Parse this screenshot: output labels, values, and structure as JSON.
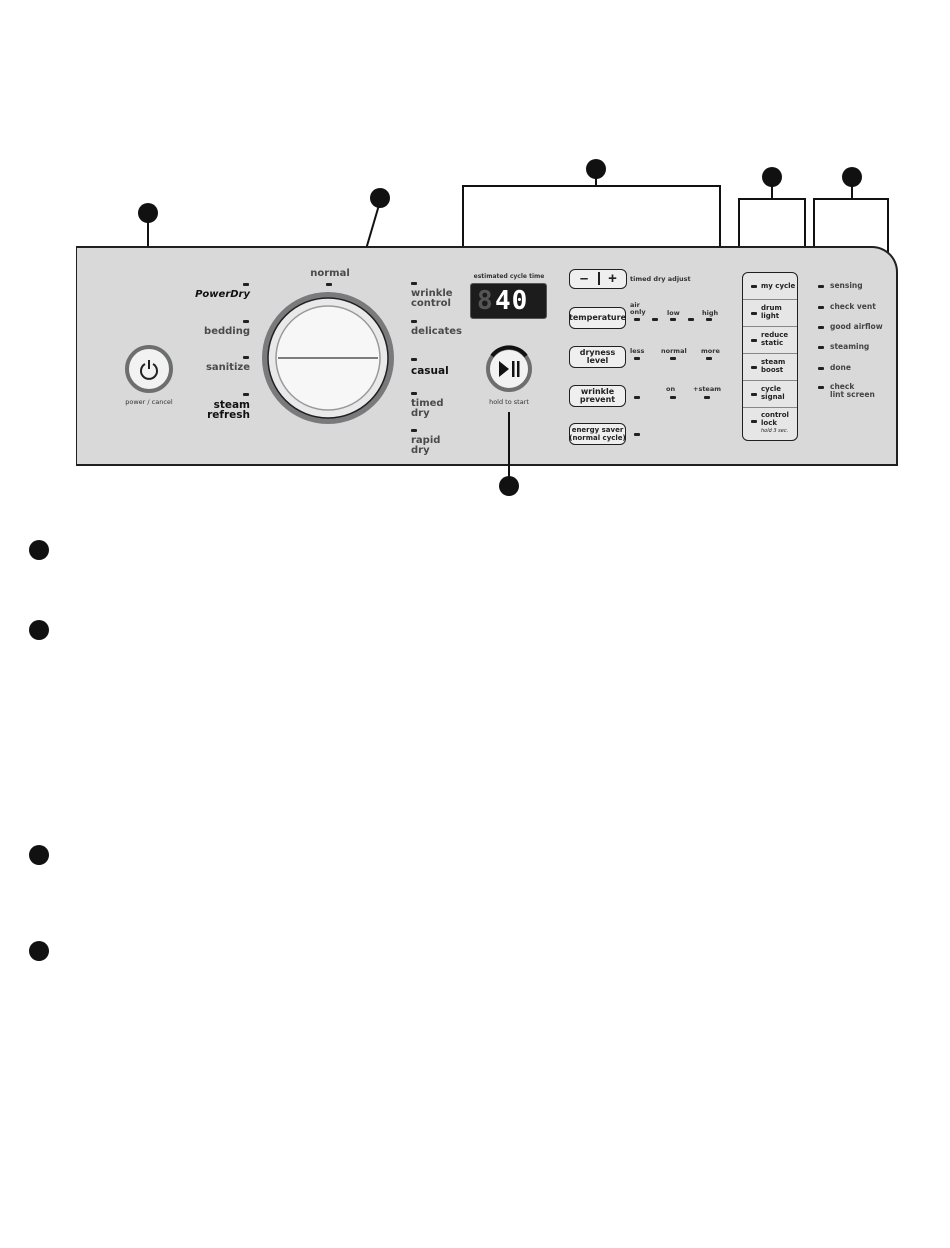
{
  "power": {
    "label": "power / cancel",
    "icon": "power-icon"
  },
  "dial": {
    "left_labels": [
      "PowerDry",
      "bedding",
      "sanitize",
      "steam\nrefresh"
    ],
    "top_label": "normal",
    "right_labels": [
      "wrinkle\ncontrol",
      "delicates",
      "casual",
      "timed\ndry",
      "rapid\ndry"
    ]
  },
  "display": {
    "title": "estimated cycle time",
    "digits": "40"
  },
  "start": {
    "label": "hold to start",
    "icon": "play-pause-icon"
  },
  "adjust": {
    "minus": "–",
    "plus": "+",
    "label": "timed dry adjust"
  },
  "modifiers": {
    "temperature": {
      "button": "temperature",
      "levels": [
        "air\nonly",
        "low",
        "high"
      ]
    },
    "dryness": {
      "button": "dryness level",
      "levels": [
        "less",
        "normal",
        "more"
      ]
    },
    "wrinkle": {
      "button": "wrinkle\nprevent",
      "levels": [
        "on",
        "+steam"
      ]
    },
    "energy": {
      "button": "energy saver\n(normal cycle)"
    }
  },
  "options": [
    "my cycle",
    "drum\nlight",
    "reduce\nstatic",
    "steam\nboost",
    "cycle\nsignal",
    "control\nlock"
  ],
  "options_note": "hold 3 sec.",
  "status_lights": [
    "sensing",
    "check vent",
    "good airflow",
    "steaming",
    "done",
    "check\nlint screen"
  ],
  "colors": {
    "panel": "#d9d9da",
    "ring": "#6d6e70",
    "callout": "#111111"
  }
}
